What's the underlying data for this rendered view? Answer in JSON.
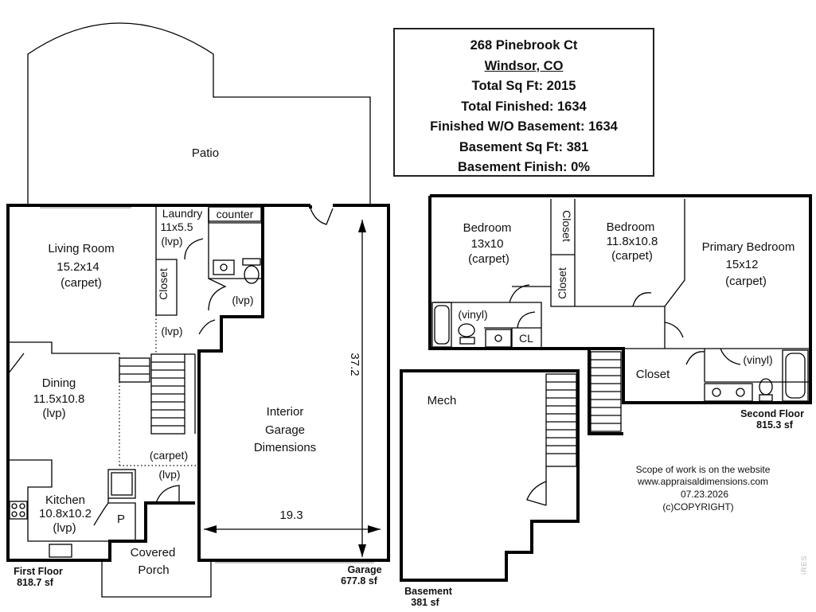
{
  "info": {
    "address_line1": "268 Pinebrook Ct",
    "address_line2": "Windsor, CO",
    "total_sqft": "Total Sq Ft:  2015",
    "total_finished": "Total Finished:  1634",
    "finished_wo_basement": "Finished W/O Basement:  1634",
    "basement_sqft": "Basement Sq Ft:  381",
    "basement_finish": "Basement Finish:  0%"
  },
  "first_floor": {
    "patio": "Patio",
    "living_room": [
      "Living Room",
      "15.2x14",
      "(carpet)"
    ],
    "laundry": [
      "Laundry",
      "11x5.5",
      "(lvp)"
    ],
    "counter": "counter",
    "closet": "Closet",
    "lvp_half_bath": "(lvp)",
    "lvp_hall": "(lvp)",
    "dining": [
      "Dining",
      "11.5x10.8",
      "(lvp)"
    ],
    "carpet_stairs": "(carpet)",
    "lvp_entry": "(lvp)",
    "kitchen": [
      "Kitchen",
      "10.8x10.2",
      "(lvp)"
    ],
    "pantry": "P",
    "covered_porch": [
      "Covered",
      "Porch"
    ],
    "floor_label": [
      "First Floor",
      "818.7 sf"
    ]
  },
  "garage": {
    "interior": [
      "Interior",
      "Garage",
      "Dimensions"
    ],
    "depth": "37.2",
    "width": "19.3",
    "label": [
      "Garage",
      "677.8 sf"
    ]
  },
  "second_floor": {
    "bedroom1": [
      "Bedroom",
      "13x10",
      "(carpet)"
    ],
    "bedroom2": [
      "Bedroom",
      "11.8x10.8",
      "(carpet)"
    ],
    "primary": [
      "Primary Bedroom",
      "15x12",
      "(carpet)"
    ],
    "closet_a": "Closet",
    "closet_b": "Closet",
    "closet_primary": "Closet",
    "vinyl_bath1": "(vinyl)",
    "vinyl_bath2": "(vinyl)",
    "cl": "CL",
    "floor_label": [
      "Second Floor",
      "815.3 sf"
    ]
  },
  "basement": {
    "mech": "Mech",
    "floor_label": [
      "Basement",
      "381 sf"
    ]
  },
  "notes": {
    "line1": "Scope of work is on the website",
    "line2": "www.appraisaldimensions.com",
    "line3": "07.23.2026",
    "line4": "(c)COPYRIGHT)"
  },
  "watermark": "iRES"
}
